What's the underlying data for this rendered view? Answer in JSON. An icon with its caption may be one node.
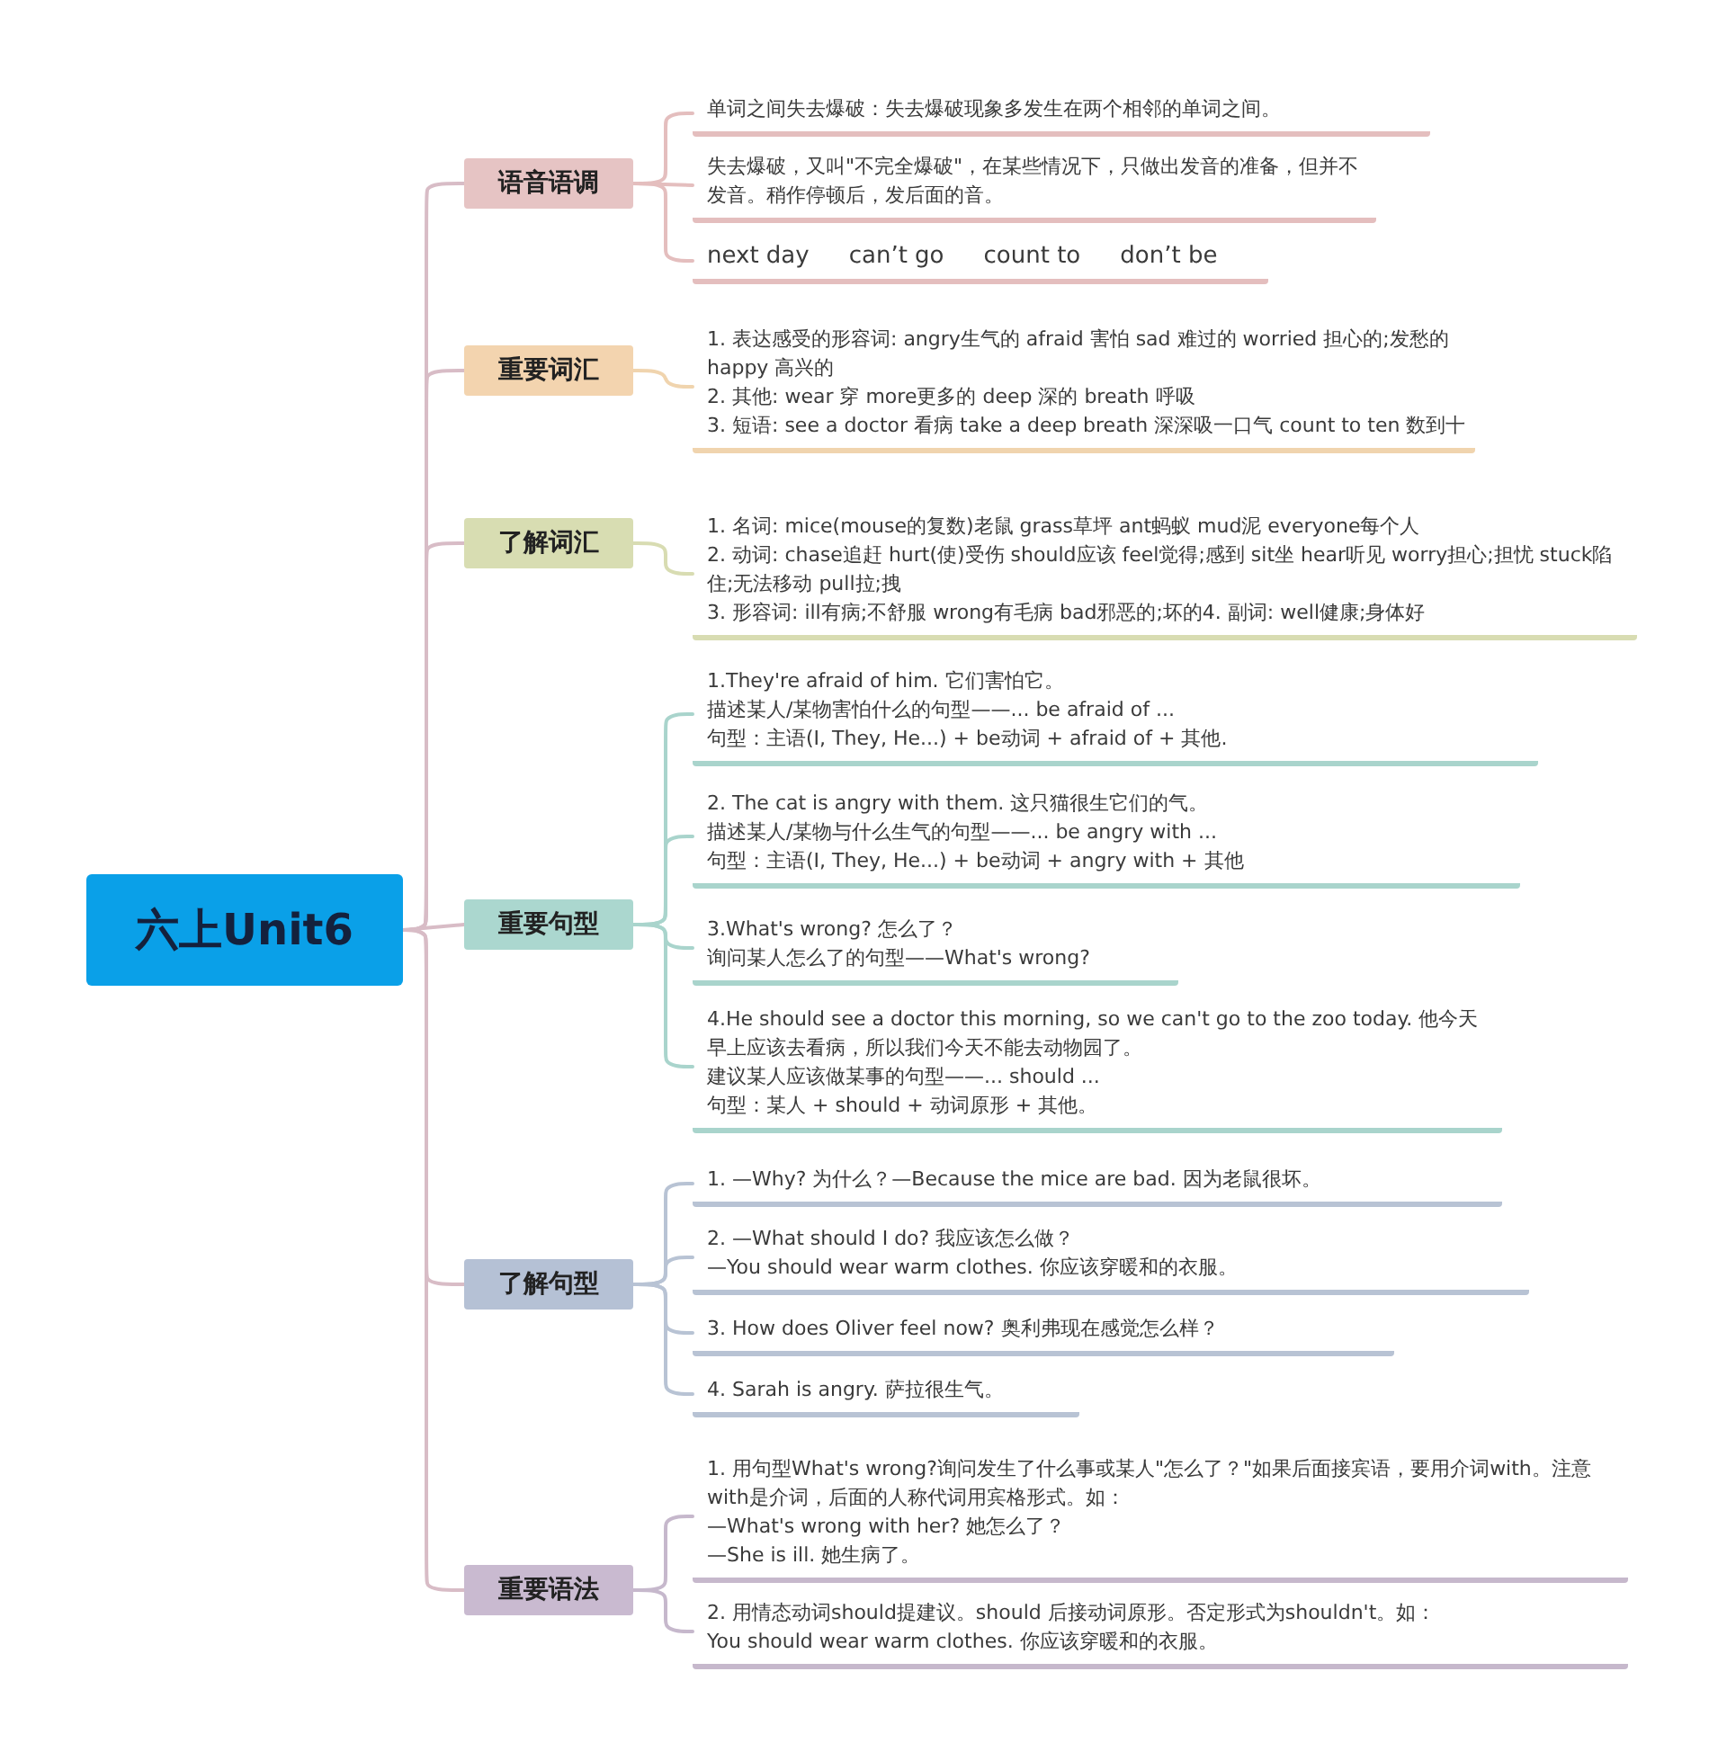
{
  "diagram": {
    "nodes": [
      {
        "text": [
          "六上Unit6"
        ]
      },
      {
        "text": [
          "语音语调"
        ]
      },
      {
        "text": [
          "重要词汇"
        ]
      },
      {
        "text": [
          "了解词汇"
        ]
      },
      {
        "text": [
          "重要句型"
        ]
      },
      {
        "text": [
          "了解句型"
        ]
      },
      {
        "text": [
          "重要语法"
        ]
      },
      {
        "text": [
          "单词之间失去爆破：失去爆破现象多发生在两个相邻的单词之间。"
        ]
      },
      {
        "text": [
          "失去爆破，又叫\"不完全爆破\"，在某些情况下，只做出发音的准备，但并不发音。稍作停顿后，发后面的音。"
        ]
      },
      {
        "text": [
          "next day",
          "can’t go",
          "count to",
          "don’t be"
        ]
      },
      {
        "text": [
          "1. 表达感受的形容词: angry生气的 afraid 害怕 sad 难过的 worried 担心的;发愁的 happy 高兴的",
          "2. 其他: wear 穿 more更多的 deep 深的 breath 呼吸",
          "3. 短语: see a doctor 看病 take a deep breath 深深吸一口气 count to ten 数到十"
        ]
      },
      {
        "text": [
          "1. 名词: mice(mouse的复数)老鼠 grass草坪 ant蚂蚁 mud泥 everyone每个人",
          "2. 动词: chase追赶 hurt(使)受伤 should应该 feel觉得;感到 sit坐 hear听见 worry担心;担忧 stuck陷住;无法移动 pull拉;拽",
          "3. 形容词: ill有病;不舒服 wrong有毛病 bad邪恶的;坏的4. 副词: well健康;身体好"
        ]
      },
      {
        "text": [
          "1.They're afraid of him. 它们害怕它。",
          "描述某人/某物害怕什么的句型——... be afraid of ...",
          "句型：主语(I, They, He...) + be动词 + afraid of + 其他."
        ]
      },
      {
        "text": [
          "2. The cat is angry with them. 这只猫很生它们的气。",
          "描述某人/某物与什么生气的句型——... be angry with ...",
          "句型：主语(I, They, He...) + be动词 + angry with + 其他"
        ]
      },
      {
        "text": [
          "3.What's wrong? 怎么了？",
          "询问某人怎么了的句型——What's wrong?"
        ]
      },
      {
        "text": [
          "4.He should see a doctor this morning, so we can't go to the zoo today. 他今天早上应该去看病，所以我们今天不能去动物园了。",
          "建议某人应该做某事的句型——... should ...",
          "句型：某人 + should + 动词原形 + 其他。"
        ]
      },
      {
        "text": [
          "1. —Why? 为什么？—Because the mice are bad. 因为老鼠很坏。"
        ]
      },
      {
        "text": [
          "2. —What should I do? 我应该怎么做？",
          "—You should wear warm clothes. 你应该穿暖和的衣服。"
        ]
      },
      {
        "text": [
          "3. How does Oliver feel now? 奥利弗现在感觉怎么样？"
        ]
      },
      {
        "text": [
          "4. Sarah is angry. 萨拉很生气。"
        ]
      },
      {
        "text": [
          "1. 用句型What's wrong?询问发生了什么事或某人\"怎么了？\"如果后面接宾语，要用介词with。注意with是介词，后面的人称代词用宾格形式。如：",
          "—What's wrong with her? 她怎么了？",
          "—She is ill. 她生病了。"
        ]
      },
      {
        "text": [
          "2. 用情态动词should提建议。should 后接动词原形。否定形式为shouldn't。如：",
          "You should wear warm clothes. 你应该穿暖和的衣服。"
        ]
      }
    ],
    "edges": [
      {
        "from": 0,
        "to": 1,
        "arrow": "none"
      },
      {
        "from": 0,
        "to": 2,
        "arrow": "none"
      },
      {
        "from": 0,
        "to": 3,
        "arrow": "none"
      },
      {
        "from": 0,
        "to": 4,
        "arrow": "none"
      },
      {
        "from": 0,
        "to": 5,
        "arrow": "none"
      },
      {
        "from": 0,
        "to": 6,
        "arrow": "none"
      },
      {
        "from": 1,
        "to": 7,
        "arrow": "none",
        "color": "#e4bebe"
      },
      {
        "from": 1,
        "to": 8,
        "arrow": "none",
        "color": "#e4bebe"
      },
      {
        "from": 1,
        "to": 9,
        "arrow": "none",
        "color": "#e4bebe"
      },
      {
        "from": 2,
        "to": 10,
        "arrow": "none",
        "color": "#f0d4ae"
      },
      {
        "from": 3,
        "to": 11,
        "arrow": "none",
        "color": "#d8dcb2"
      },
      {
        "from": 4,
        "to": 12,
        "arrow": "none",
        "color": "#a9d4cc"
      },
      {
        "from": 4,
        "to": 13,
        "arrow": "none",
        "color": "#a9d4cc"
      },
      {
        "from": 4,
        "to": 14,
        "arrow": "none",
        "color": "#a9d4cc"
      },
      {
        "from": 4,
        "to": 15,
        "arrow": "none",
        "color": "#a9d4cc"
      },
      {
        "from": 5,
        "to": 16,
        "arrow": "none",
        "color": "#b8c3d4"
      },
      {
        "from": 5,
        "to": 17,
        "arrow": "none",
        "color": "#b8c3d4"
      },
      {
        "from": 5,
        "to": 18,
        "arrow": "none",
        "color": "#b8c3d4"
      },
      {
        "from": 5,
        "to": 19,
        "arrow": "none",
        "color": "#b8c3d4"
      },
      {
        "from": 6,
        "to": 20,
        "arrow": "none",
        "color": "#c6b8cc"
      },
      {
        "from": 6,
        "to": 21,
        "arrow": "none",
        "color": "#c6b8cc"
      }
    ]
  }
}
